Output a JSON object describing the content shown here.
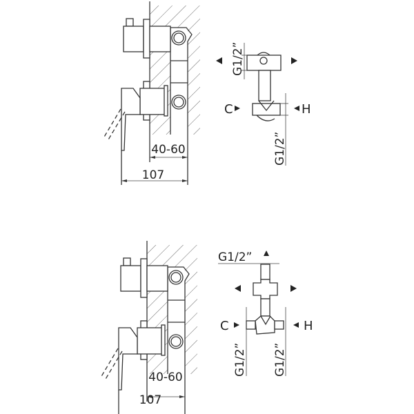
{
  "colors": {
    "line": "#333333",
    "background": "#ffffff"
  },
  "views": [
    {
      "side": {
        "depth_dim": "40-60",
        "total_dim": "107"
      },
      "front": {
        "top_thread": "G1/2”",
        "bottom_thread": "G1/2”",
        "cold": "C",
        "hot": "H"
      }
    },
    {
      "side": {
        "depth_dim": "40-60",
        "total_dim": "107"
      },
      "front": {
        "top_thread": "G1/2”",
        "bottom_left_thread": "G1/2”",
        "bottom_right_thread": "G1/2”",
        "cold": "C",
        "hot": "H"
      }
    }
  ]
}
